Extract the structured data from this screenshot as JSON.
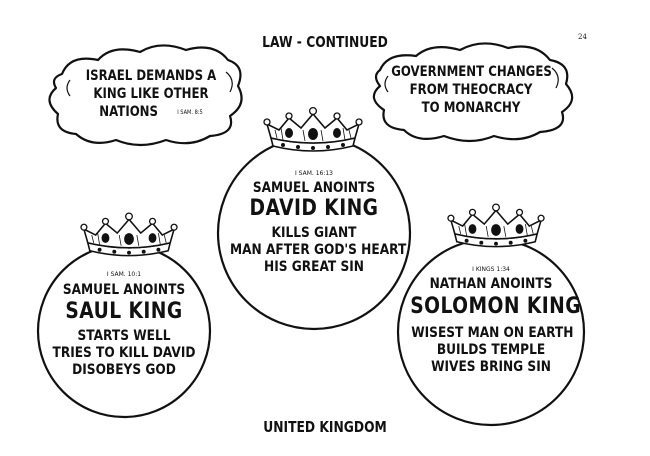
{
  "header": {
    "title": "LAW - CONTINUED",
    "page_number": "24"
  },
  "clouds": [
    {
      "lines": [
        "ISRAEL DEMANDS A",
        "KING LIKE OTHER",
        "NATIONS"
      ],
      "ref": "I SAM. 8:5"
    },
    {
      "lines": [
        "GOVERNMENT CHANGES",
        "FROM THEOCRACY",
        "TO MONARCHY"
      ]
    }
  ],
  "kings": [
    {
      "ref": "I SAM. 16:13",
      "anointer": "SAMUEL ANOINTS",
      "name": "DAVID KING",
      "notes": [
        "KILLS GIANT",
        "MAN AFTER GOD'S HEART",
        "HIS GREAT SIN"
      ]
    },
    {
      "ref": "I SAM. 10:1",
      "anointer": "SAMUEL ANOINTS",
      "name": "SAUL KING",
      "notes": [
        "STARTS WELL",
        "TRIES TO KILL DAVID",
        "DISOBEYS GOD"
      ]
    },
    {
      "ref": "I KINGS 1:34",
      "anointer": "NATHAN ANOINTS",
      "name": "SOLOMON KING",
      "notes": [
        "WISEST MAN ON EARTH",
        "BUILDS TEMPLE",
        "WIVES BRING SIN"
      ]
    }
  ],
  "footer": {
    "label": "UNITED KINGDOM"
  }
}
